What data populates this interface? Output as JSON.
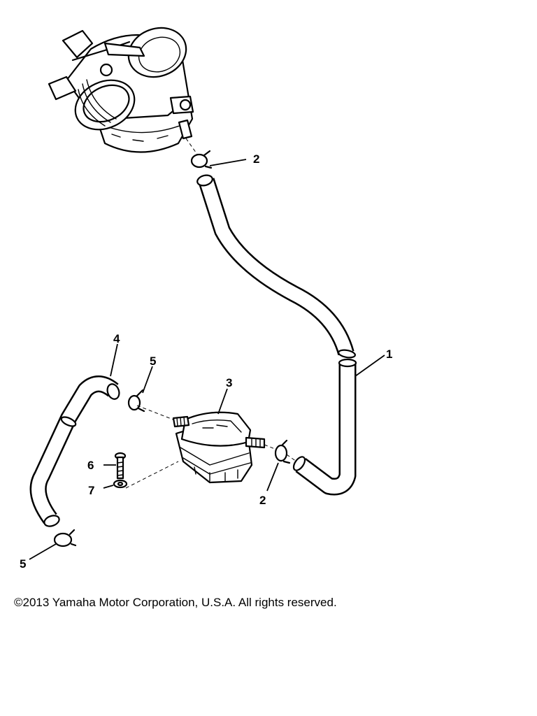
{
  "callouts": {
    "hose_long": "1",
    "clip_upper": "2",
    "clip_lower": "2",
    "fuel_pump": "3",
    "hose_short": "4",
    "clip_mid": "5",
    "clip_bottom": "5",
    "bolt": "6",
    "washer": "7"
  },
  "footer": {
    "copyright": "©2013 Yamaha Motor Corporation, U.S.A. All rights reserved."
  }
}
